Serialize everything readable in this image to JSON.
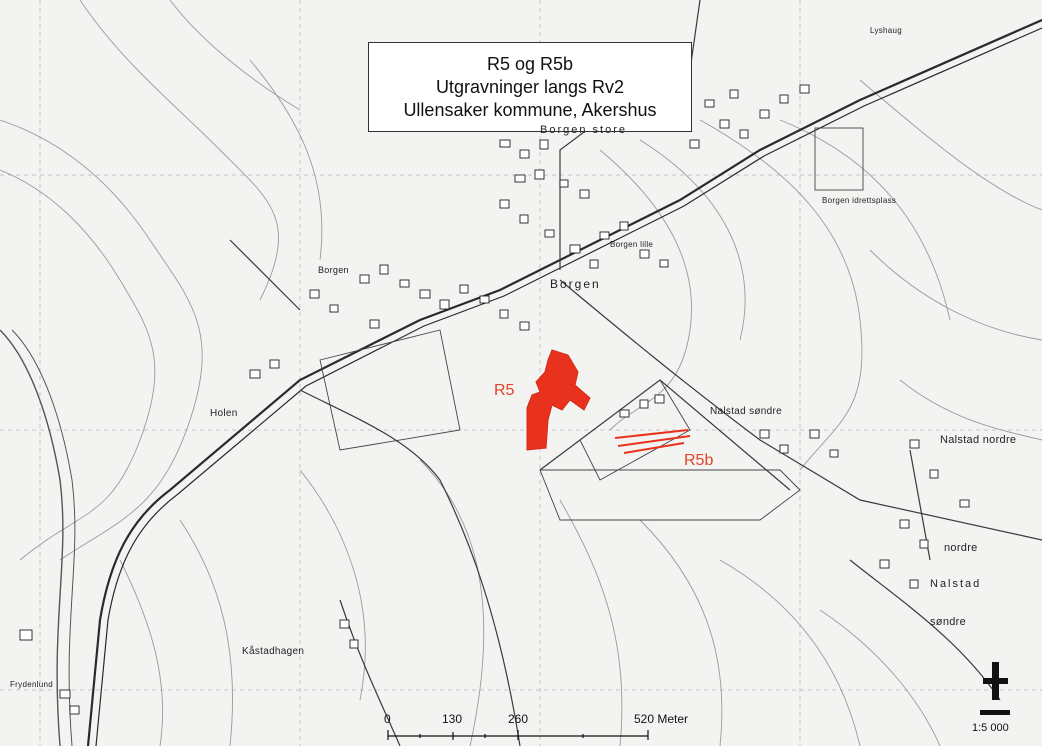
{
  "title": {
    "line1": "R5 og R5b",
    "line2": "Utgravninger langs Rv2",
    "line3": "Ullensaker kommune, Akershus"
  },
  "places": {
    "borgen_store": "Borgen store",
    "borgen_idrettsplass": "Borgen idrettsplass",
    "borgen_lille": "Borgen lille",
    "borgen_small": "Borgen",
    "borgen": "Borgen",
    "holen": "Holen",
    "nalstad_sondre": "Nalstad søndre",
    "nalstad_nordre": "Nalstad nordre",
    "nordre": "nordre",
    "nalstad": "Nalstad",
    "sondre": "søndre",
    "kastadhagen": "Kåstadhagen",
    "frydenlund": "Frydenlund",
    "lyshaug": "Lyshaug"
  },
  "sites": {
    "r5": "R5",
    "r5b": "R5b"
  },
  "scale_bar": {
    "ticks": [
      "0",
      "130",
      "260",
      "520 Meter"
    ],
    "ratio": "1:5 000"
  },
  "colors": {
    "site": "#e8321e",
    "road": "#2a2a2a",
    "contour": "#9a9a9a",
    "background": "#f3f3f1"
  },
  "icons": {
    "north_arrow": "north-arrow-icon"
  }
}
